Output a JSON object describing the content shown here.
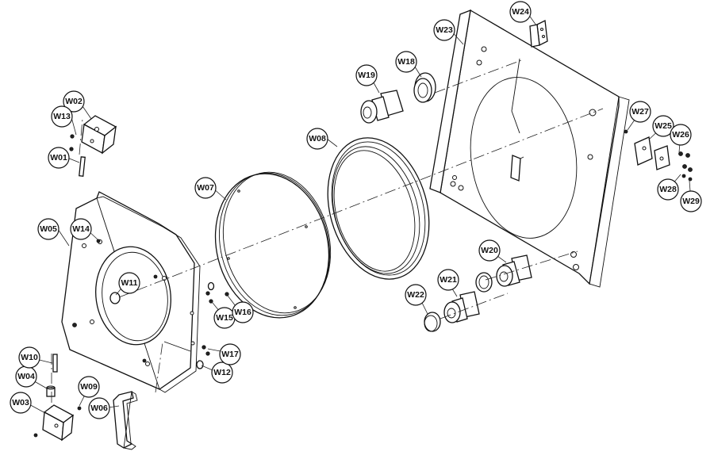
{
  "callouts": [
    {
      "id": "W01",
      "label": "W01"
    },
    {
      "id": "W02",
      "label": "W02"
    },
    {
      "id": "W03",
      "label": "W03"
    },
    {
      "id": "W04",
      "label": "W04"
    },
    {
      "id": "W05",
      "label": "W05"
    },
    {
      "id": "W06",
      "label": "W06"
    },
    {
      "id": "W07",
      "label": "W07"
    },
    {
      "id": "W08",
      "label": "W08"
    },
    {
      "id": "W09",
      "label": "W09"
    },
    {
      "id": "W10",
      "label": "W10"
    },
    {
      "id": "W11",
      "label": "W11"
    },
    {
      "id": "W12",
      "label": "W12"
    },
    {
      "id": "W13",
      "label": "W13"
    },
    {
      "id": "W14",
      "label": "W14"
    },
    {
      "id": "W15",
      "label": "W15"
    },
    {
      "id": "W16",
      "label": "W16"
    },
    {
      "id": "W17",
      "label": "W17"
    },
    {
      "id": "W18",
      "label": "W18"
    },
    {
      "id": "W19",
      "label": "W19"
    },
    {
      "id": "W20",
      "label": "W20"
    },
    {
      "id": "W21",
      "label": "W21"
    },
    {
      "id": "W22",
      "label": "W22"
    },
    {
      "id": "W23",
      "label": "W23"
    },
    {
      "id": "W24",
      "label": "W24"
    },
    {
      "id": "W25",
      "label": "W25"
    },
    {
      "id": "W26",
      "label": "W26"
    },
    {
      "id": "W27",
      "label": "W27"
    },
    {
      "id": "W28",
      "label": "W28"
    },
    {
      "id": "W29",
      "label": "W29"
    }
  ]
}
